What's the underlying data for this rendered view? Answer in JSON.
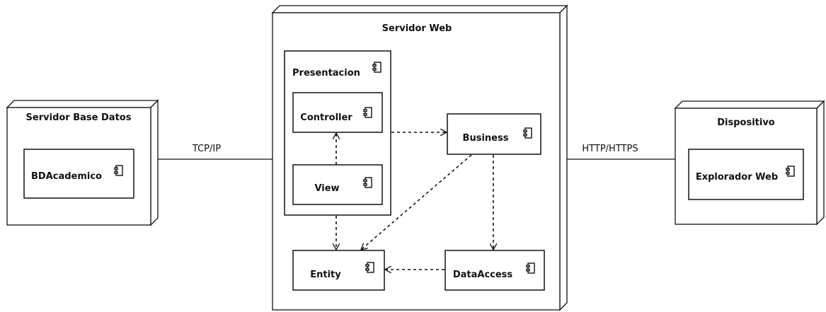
{
  "nodes": {
    "db_server": {
      "title": "Servidor Base Datos",
      "component": "BDAcademico"
    },
    "web_server": {
      "title": "Servidor Web",
      "presentation": "Presentacion",
      "controller": "Controller",
      "view": "View",
      "business": "Business",
      "entity": "Entity",
      "data_access": "DataAccess"
    },
    "device": {
      "title": "Dispositivo",
      "component": "Explorador Web"
    }
  },
  "links": {
    "db_to_web": "TCP/IP",
    "web_to_device": "HTTP/HTTPS"
  },
  "icons": {
    "component": "component-icon"
  },
  "colors": {
    "stroke": "#111111",
    "background": "#ffffff",
    "text": "#111111"
  }
}
